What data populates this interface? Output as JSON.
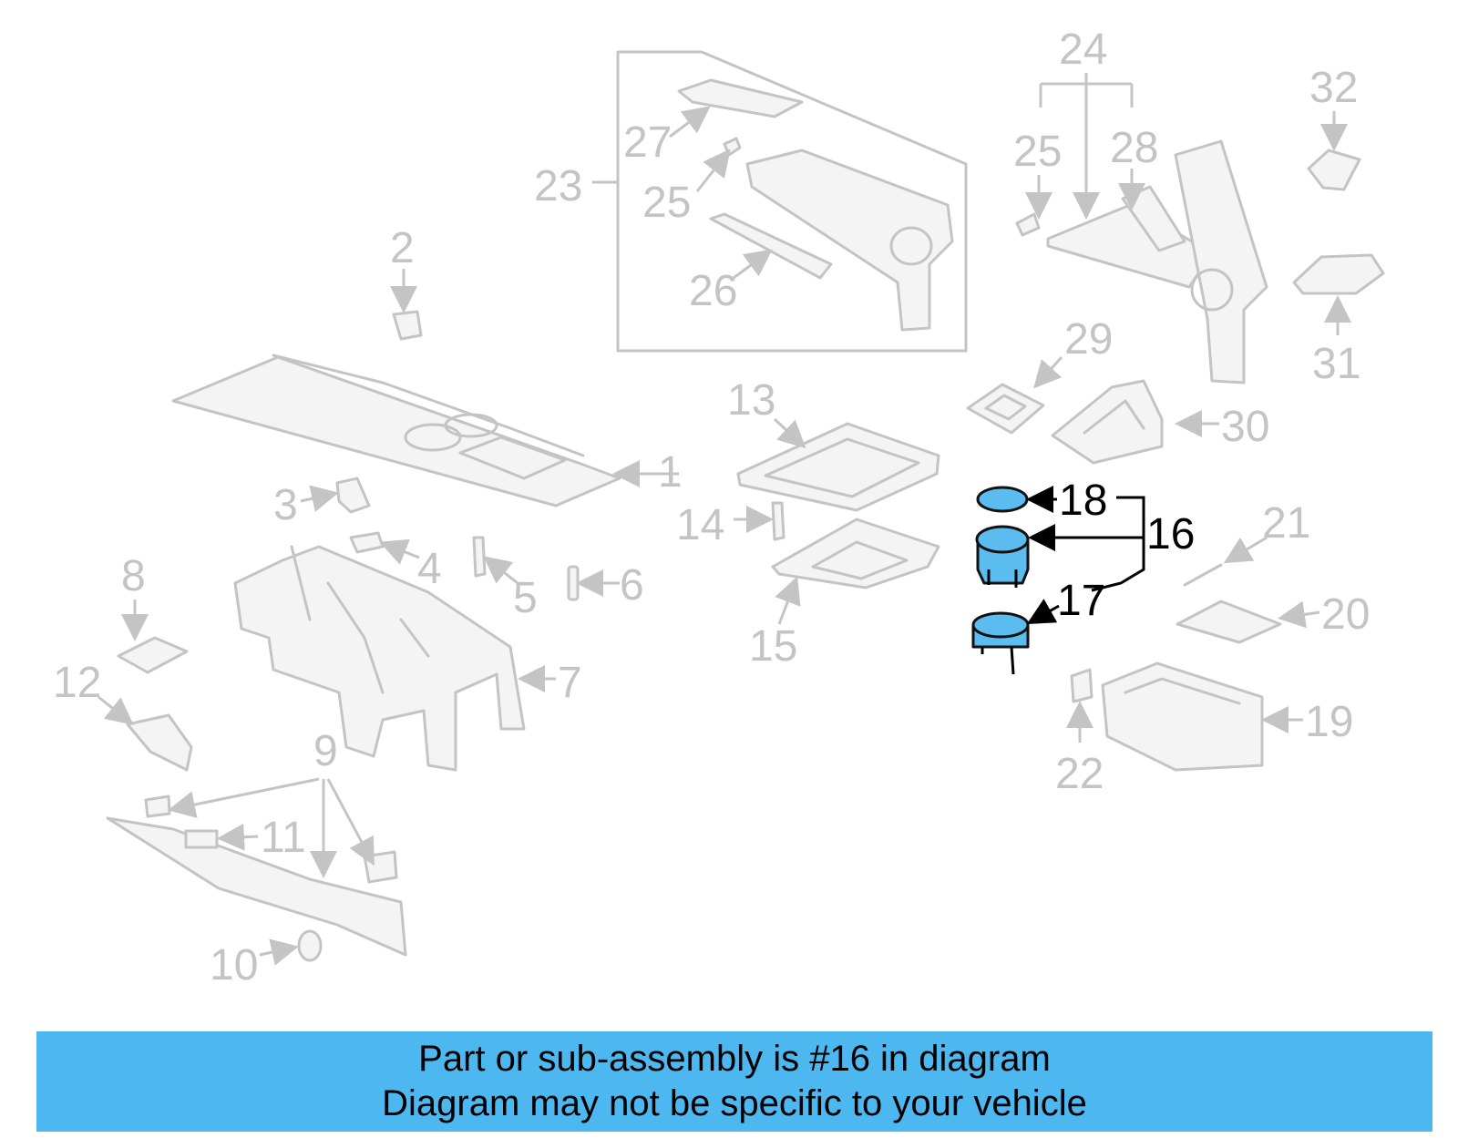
{
  "callouts": {
    "c1": "1",
    "c2": "2",
    "c3": "3",
    "c4": "4",
    "c5": "5",
    "c6": "6",
    "c7": "7",
    "c8": "8",
    "c9": "9",
    "c10": "10",
    "c11": "11",
    "c12": "12",
    "c13": "13",
    "c14": "14",
    "c15": "15",
    "c16": "16",
    "c17": "17",
    "c18": "18",
    "c19": "19",
    "c20": "20",
    "c21": "21",
    "c22": "22",
    "c23": "23",
    "c24": "24",
    "c25a": "25",
    "c25b": "25",
    "c26": "26",
    "c27": "27",
    "c28": "28",
    "c29": "29",
    "c30": "30",
    "c31": "31",
    "c32": "32"
  },
  "highlighted_part": "16",
  "colors": {
    "highlight": "#5bbcef",
    "banner": "#4db8f0",
    "ghost": "#c4c4c4"
  },
  "banner": {
    "line1": "Part or sub-assembly is #16 in diagram",
    "line2": "Diagram may not be specific to your vehicle"
  }
}
